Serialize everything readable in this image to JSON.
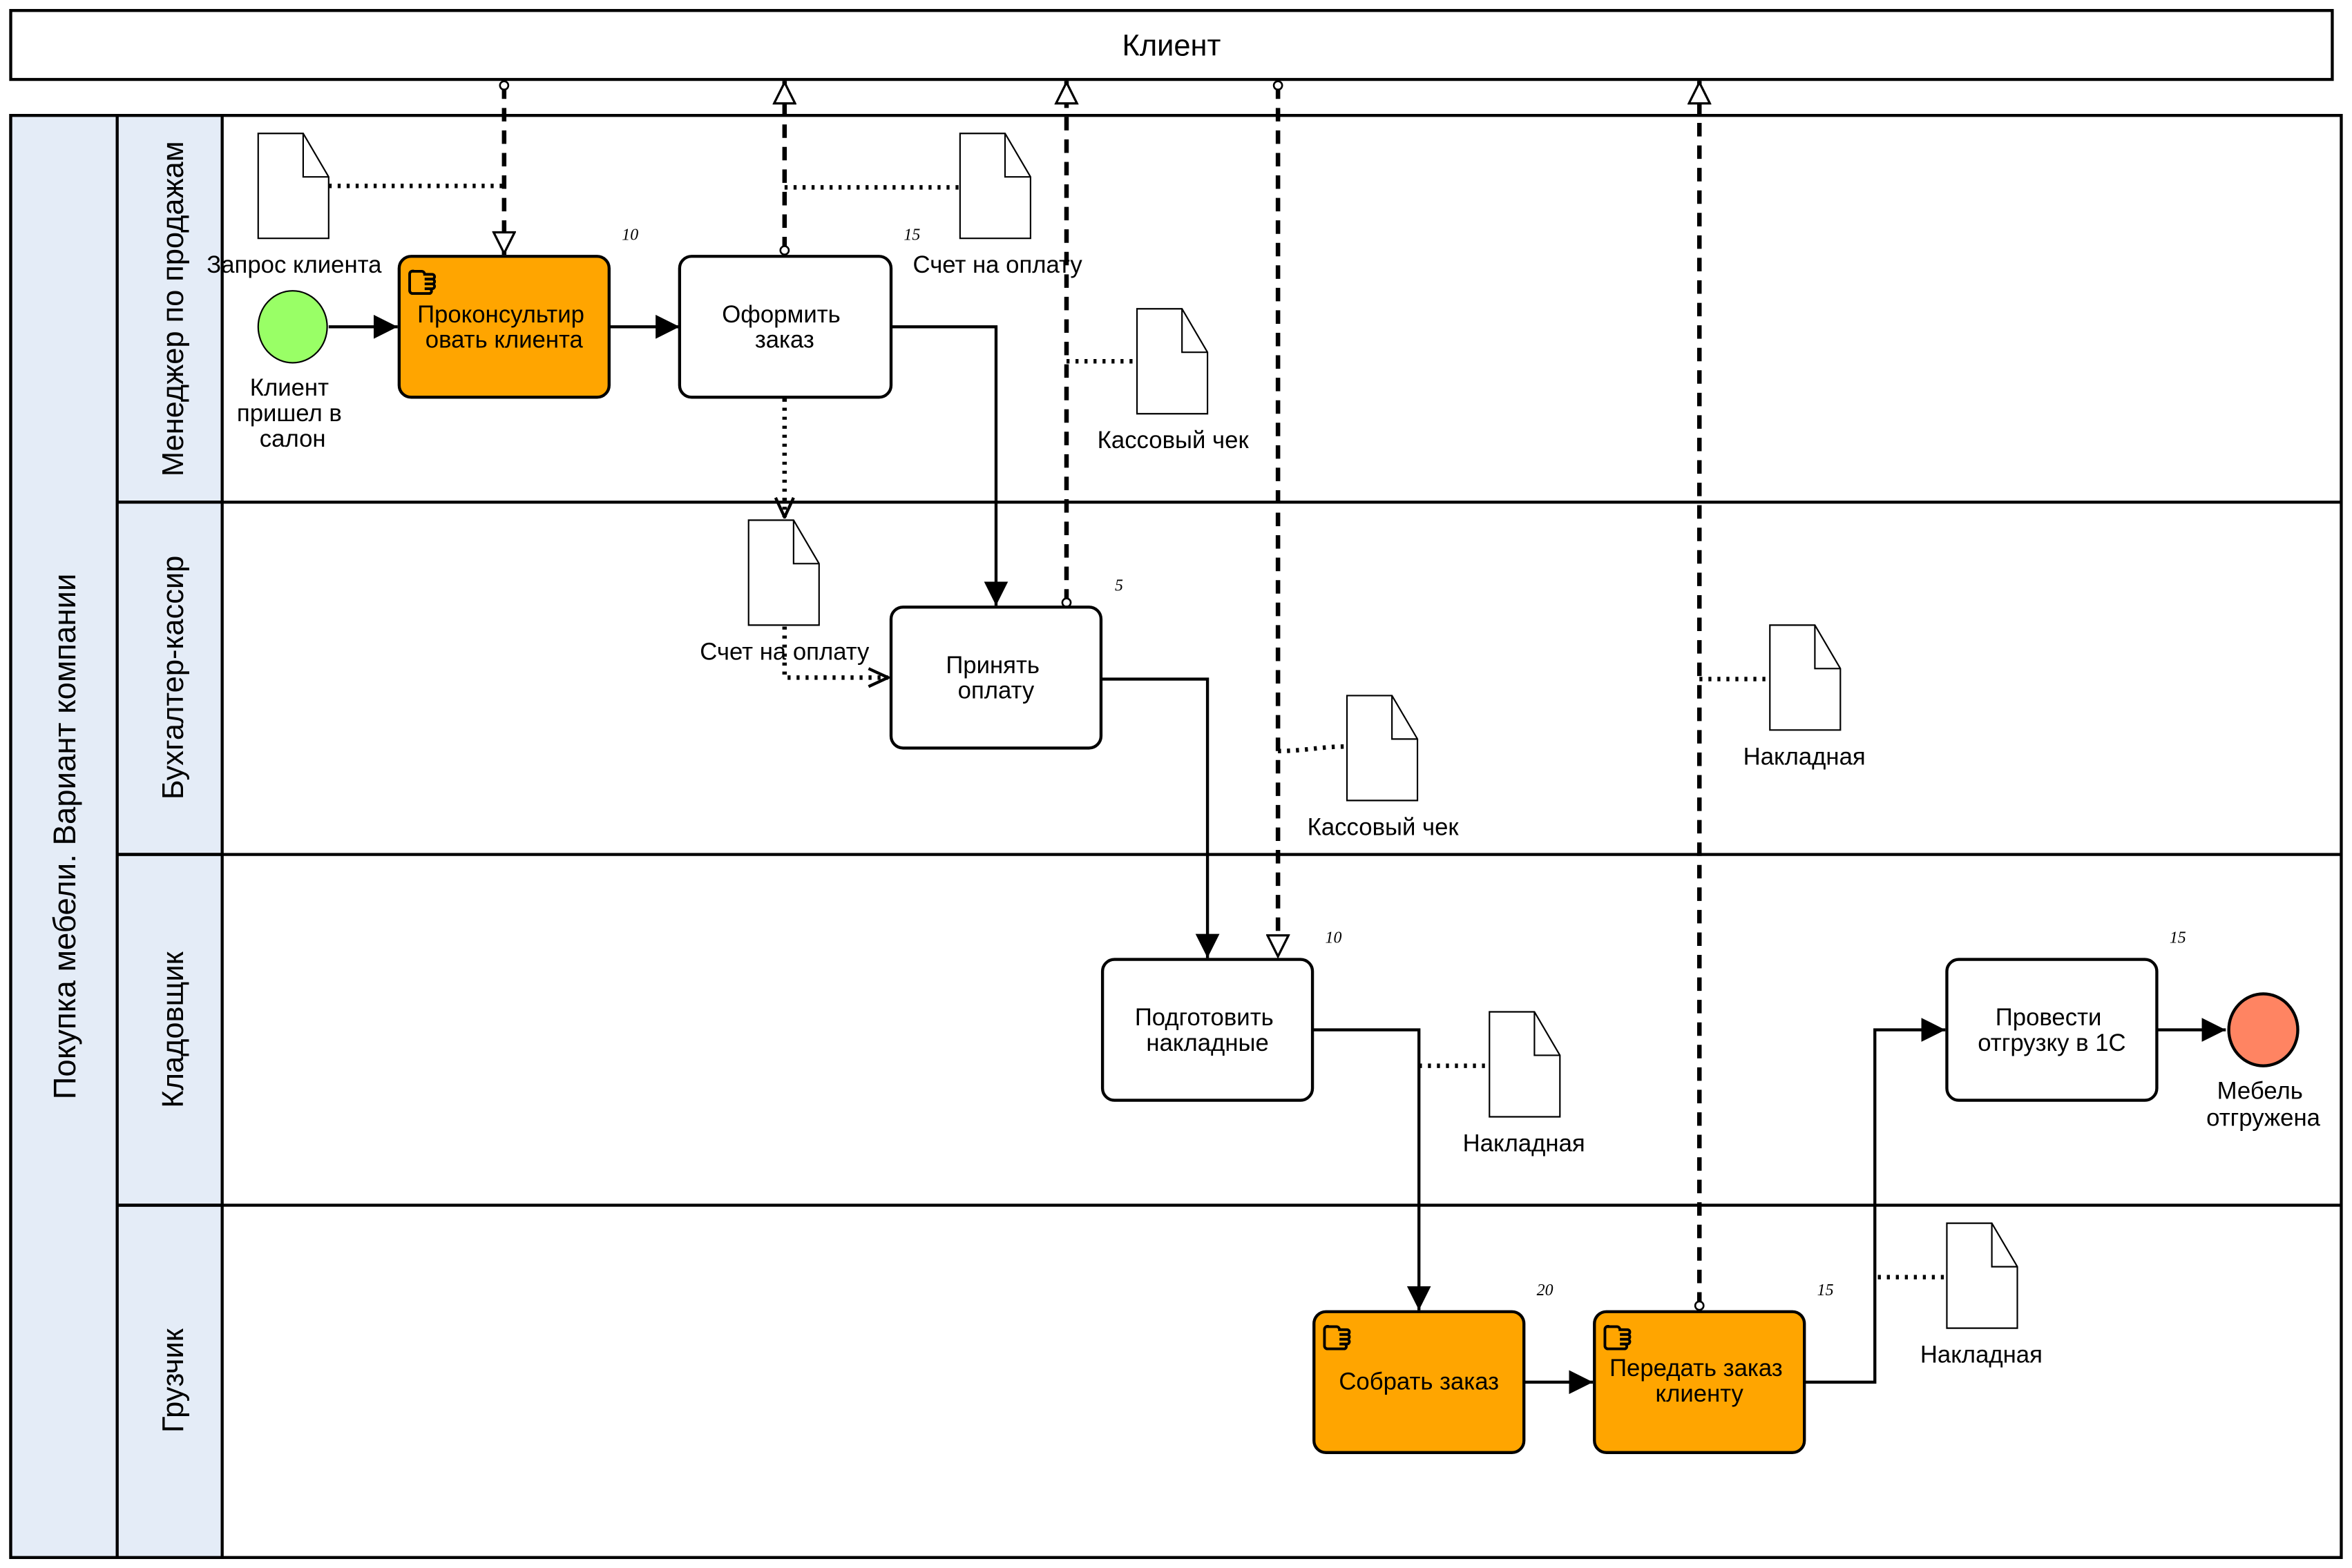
{
  "external_pool": {
    "label": "Клиент"
  },
  "pool": {
    "label": "Покупка мебели. Вариант компании",
    "header_color": "#E4ECF7",
    "lanes": [
      {
        "label": "Менеджер по продажам"
      },
      {
        "label": "Бухгалтер-кассир"
      },
      {
        "label": "Кладовщик"
      },
      {
        "label": "Грузчик"
      }
    ]
  },
  "colors": {
    "manual_task": "#FFA500",
    "task": "#FFFFFF",
    "start_event": "#99FF66",
    "end_event": "#FF8462"
  },
  "events": {
    "start": {
      "label": "Клиент пришел в салон",
      "lines": [
        "Клиент",
        "пришел в",
        "салон"
      ]
    },
    "end": {
      "label": "Мебель отгружена",
      "lines": [
        "Мебель",
        "отгружена"
      ]
    }
  },
  "tasks": [
    {
      "id": "consult",
      "lines": [
        "Проконсультир",
        "овать клиента"
      ],
      "duration": "10",
      "type": "manual"
    },
    {
      "id": "order",
      "lines": [
        "Оформить",
        "заказ"
      ],
      "duration": "15",
      "type": "task"
    },
    {
      "id": "payment",
      "lines": [
        "Принять",
        "оплату"
      ],
      "duration": "5",
      "type": "task"
    },
    {
      "id": "invoices",
      "lines": [
        "Подготовить",
        "накладные"
      ],
      "duration": "10",
      "type": "task"
    },
    {
      "id": "assemble",
      "lines": [
        "Собрать заказ"
      ],
      "duration": "20",
      "type": "manual"
    },
    {
      "id": "handover",
      "lines": [
        "Передать заказ",
        "клиенту"
      ],
      "duration": "15",
      "type": "manual"
    },
    {
      "id": "post1c",
      "lines": [
        "Провести",
        "отгрузку в 1С"
      ],
      "duration": "15",
      "type": "task"
    }
  ],
  "documents": [
    {
      "label": "Запрос клиента"
    },
    {
      "label": "Счет на оплату"
    },
    {
      "label": "Кассовый чек"
    },
    {
      "label": "Счет на оплату"
    },
    {
      "label": "Кассовый чек"
    },
    {
      "label": "Накладная"
    },
    {
      "label": "Накладная"
    },
    {
      "label": "Накладная"
    }
  ]
}
